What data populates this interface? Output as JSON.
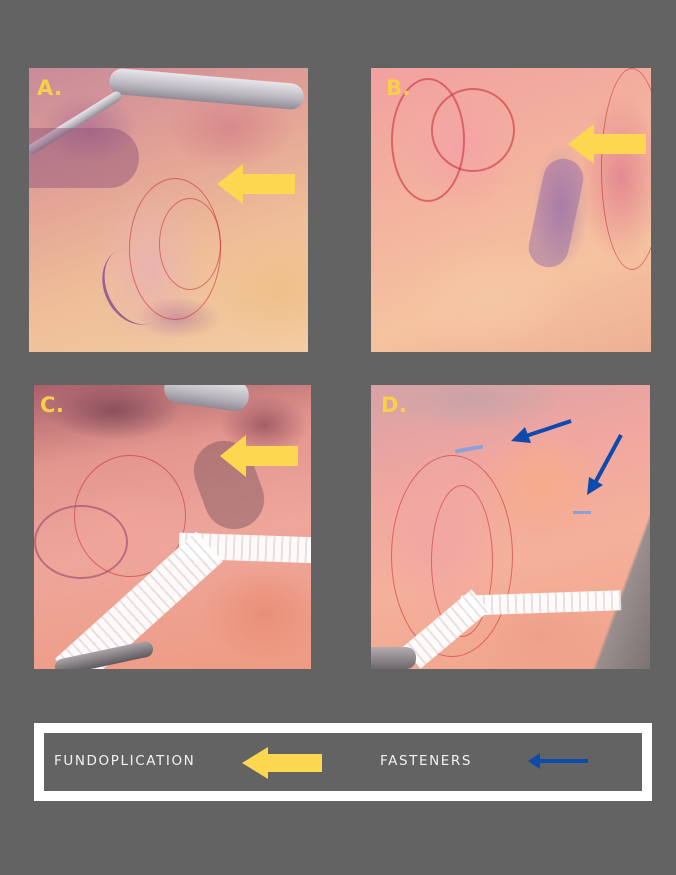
{
  "figure": {
    "background_color": "#636363",
    "accent_colors": {
      "fundoplication_arrow": "#FCD74F",
      "fasteners_arrow": "#0D4AAE",
      "label_color": "#F7D04A",
      "legend_border": "#FFFFFF",
      "legend_text": "#F1F1F1"
    },
    "panels": [
      {
        "id": "A",
        "label": "A.",
        "description": "Laparoscopic view with retractor; yellow arrow indicates fundoplication",
        "arrows": [
          {
            "type": "fundoplication",
            "icon": "yellow-left-arrow"
          }
        ]
      },
      {
        "id": "B",
        "label": "B.",
        "description": "Laparoscopic view; yellow arrow indicates fundoplication",
        "arrows": [
          {
            "type": "fundoplication",
            "icon": "yellow-left-arrow"
          }
        ]
      },
      {
        "id": "C",
        "label": "C.",
        "description": "Laparoscopic view with mesh and retractor; yellow arrow indicates fundoplication",
        "arrows": [
          {
            "type": "fundoplication",
            "icon": "yellow-left-arrow"
          }
        ]
      },
      {
        "id": "D",
        "label": "D.",
        "description": "Laparoscopic view with mesh; blue arrows indicate fasteners",
        "arrows": [
          {
            "type": "fasteners",
            "icon": "blue-arrow"
          },
          {
            "type": "fasteners",
            "icon": "blue-arrow"
          }
        ]
      }
    ]
  },
  "legend": {
    "items": [
      {
        "label": "FUNDOPLICATION",
        "icon": "yellow-left-arrow"
      },
      {
        "label": "FASTENERS",
        "icon": "blue-left-arrow"
      }
    ]
  }
}
